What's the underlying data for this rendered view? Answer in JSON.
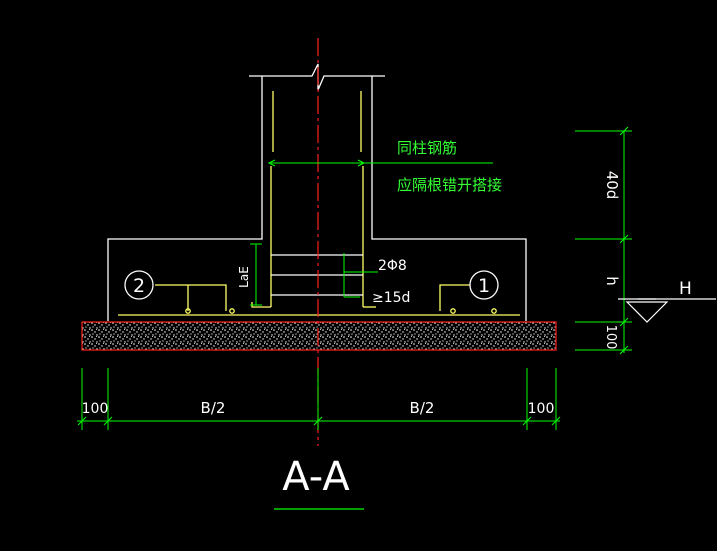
{
  "colors": {
    "background": "#000000",
    "outline": "#ffffff",
    "rebar": "#ffff66",
    "dimension": "#00ff00",
    "text": "#ffffff",
    "note": "#33ff33",
    "axis": "#ff2020",
    "bedding_border": "#ff2020"
  },
  "annotations": {
    "note_line1": "同柱钢筋",
    "note_line2": "应隔根错开搭接",
    "stirrup_spec": "2Φ8",
    "anchor_length": "≥15d",
    "lae_label": "LaE"
  },
  "markers": {
    "left": "2",
    "right": "1"
  },
  "dimensions": {
    "left_offset": "100",
    "left_half": "B/2",
    "right_half": "B/2",
    "right_offset": "100",
    "lap_length": "40d",
    "height": "h",
    "bedding_thickness": "100"
  },
  "level": {
    "label": "H"
  },
  "section": {
    "label": "A-A"
  }
}
